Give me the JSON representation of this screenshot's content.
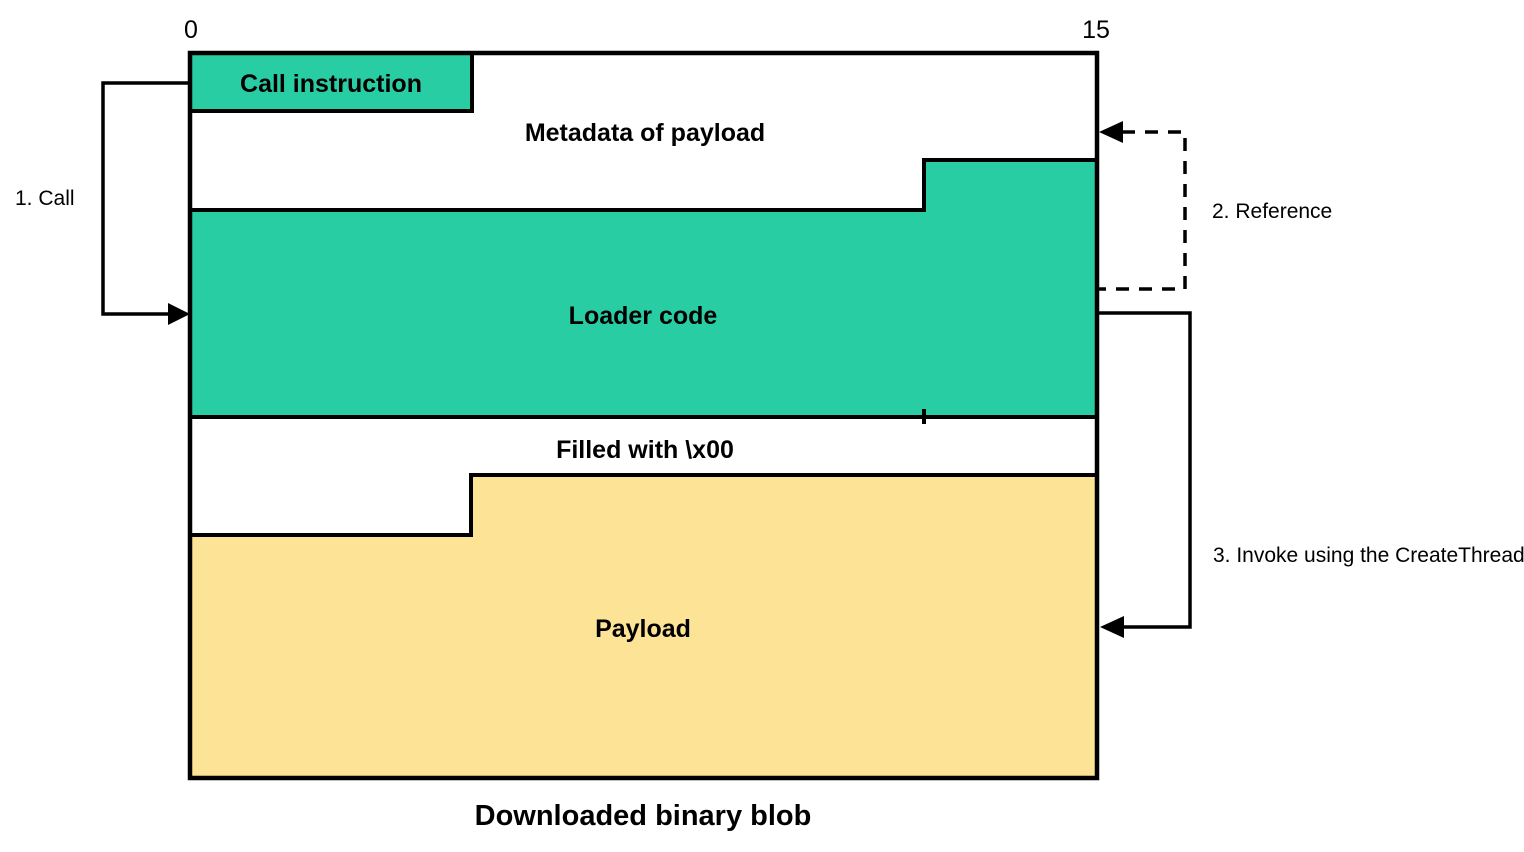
{
  "diagram": {
    "title": "Downloaded binary blob",
    "axis": {
      "left_tick": "0",
      "right_tick": "15"
    },
    "regions": {
      "call_instruction_label": "Call instruction",
      "metadata_label": "Metadata of payload",
      "loader_label": "Loader code",
      "filler_label": "Filled with \\x00",
      "payload_label": "Payload"
    },
    "steps": [
      {
        "label": "1. Call"
      },
      {
        "label": "2. Reference"
      },
      {
        "label": "3. Invoke using the CreateThread"
      }
    ],
    "colors": {
      "loader_green": "#28CDA4",
      "payload_yellow": "#FDE396",
      "stroke_black": "#000000",
      "background_white": "#FFFFFF"
    }
  }
}
